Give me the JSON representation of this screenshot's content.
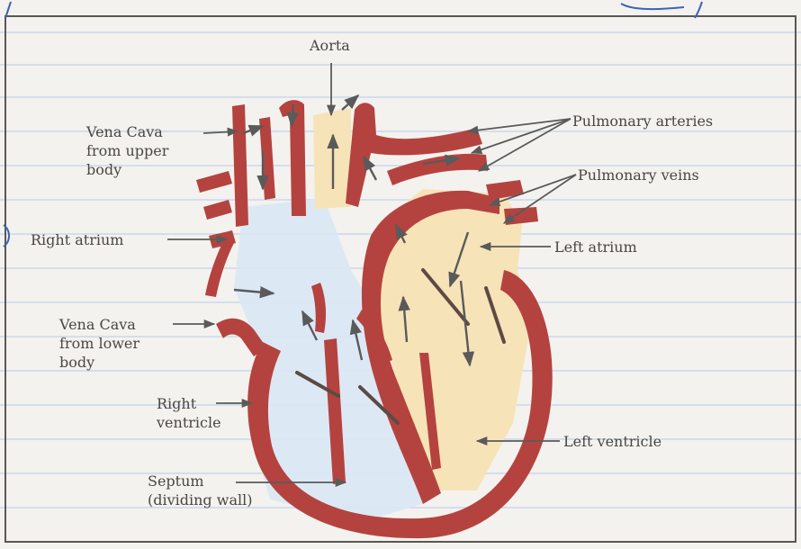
{
  "labels": {
    "aorta": "Aorta",
    "vena_cava_upper": [
      "Vena Cava",
      "from upper",
      "body"
    ],
    "right_atrium": "Right atrium",
    "vena_cava_lower": [
      "Vena Cava",
      "from lower",
      "body"
    ],
    "right_ventricle": [
      "Right",
      "ventricle"
    ],
    "septum": [
      "Septum",
      "(dividing wall)"
    ],
    "pulmonary_arteries": "Pulmonary arteries",
    "pulmonary_veins": "Pulmonary veins",
    "left_atrium": "Left atrium",
    "left_ventricle": "Left ventricle"
  },
  "colors": {
    "page": "#f4f2ee",
    "rule_line": "#c9d7ee",
    "margin_line": "#d9a9a9",
    "frame": "#5b5753",
    "muscle": "#b4433f",
    "oxygenated": "#f7e3b8",
    "deoxygenated": "#d9e8f4",
    "arrow": "#5a5a5a",
    "ink": "#3d63b8"
  }
}
